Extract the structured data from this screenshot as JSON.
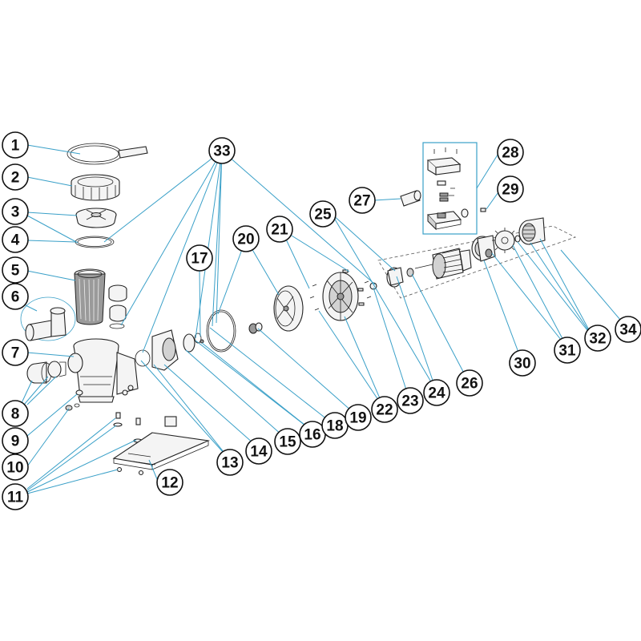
{
  "diagram": {
    "callouts": [
      "1",
      "2",
      "3",
      "4",
      "5",
      "6",
      "7",
      "8",
      "9",
      "10",
      "11",
      "12",
      "13",
      "14",
      "15",
      "16",
      "17",
      "18",
      "19",
      "20",
      "21",
      "22",
      "23",
      "24",
      "25",
      "26",
      "27",
      "28",
      "29",
      "30",
      "31",
      "32",
      "33",
      "34"
    ]
  },
  "colors": {
    "leader": "#3aa0c8",
    "outline": "#222222"
  }
}
